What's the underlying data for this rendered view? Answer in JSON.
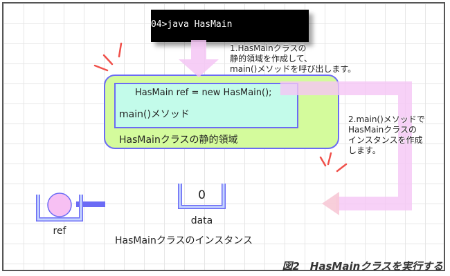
{
  "terminal": {
    "command": "04>java HasMain"
  },
  "static_area": {
    "code": "HasMain ref = new HasMain();",
    "method_label": "main()メソッド",
    "area_label": "HasMainクラスの静的領域"
  },
  "notes": {
    "step1": "1.HasMainクラスの\n静的領域を作成して、\nmain()メソッドを呼び出します。",
    "step2": "2.main()メソッドで\nHasMainクラスの\nインスタンスを作成\nします。"
  },
  "instance": {
    "field_value": "0",
    "field_name": "data",
    "label": "HasMainクラスのインスタンス"
  },
  "reference": {
    "name": "ref"
  },
  "caption": "図2　HasMainクラスを実行する",
  "colors": {
    "arrow": "#f5c6f5",
    "border": "#6b6bf5",
    "static": "#d4fb9c",
    "method": "#c3fbea",
    "instance": "#fbfbbf",
    "spark": "#f0504a"
  }
}
